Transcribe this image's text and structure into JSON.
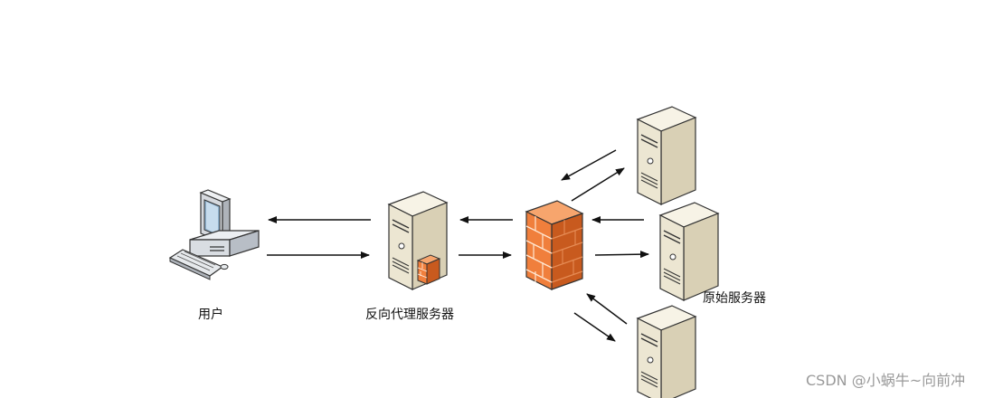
{
  "labels": {
    "user": "用户",
    "reverse_proxy": "反向代理服务器",
    "origin_servers": "原始服务器"
  },
  "watermark": "CSDN @小蜗牛~向前冲",
  "colors": {
    "server_body": "#ece6d2",
    "server_shade": "#d9d0b5",
    "server_top": "#f7f3e6",
    "firewall": "#f07f3c",
    "firewall_dark": "#c85a1e",
    "arrow": "#111111",
    "watermark": "#9a9a9a"
  },
  "icons": [
    "computer-icon",
    "server-icon",
    "firewall-icon"
  ]
}
